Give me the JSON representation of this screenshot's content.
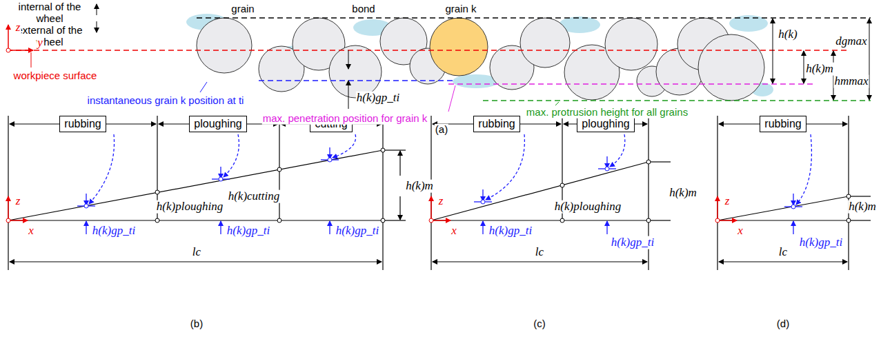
{
  "diagram": {
    "nodes": [
      {
        "text": [
          "rubbing"
        ]
      },
      {
        "text": [
          "ploughing"
        ]
      },
      {
        "text": [
          "cutting"
        ]
      },
      {
        "text": [
          "rubbing"
        ]
      },
      {
        "text": [
          "ploughing"
        ]
      },
      {
        "text": [
          "rubbing"
        ]
      }
    ],
    "labels": [
      "internal of the wheel",
      "external of the wheel",
      "z",
      "y",
      "grain",
      "bond",
      "grain k",
      "workpiece surface",
      "instantaneous grain k position at ti",
      "h(k)gp_ti",
      "max. penetration position for grain k",
      "max. protrusion height for all grains",
      "h(k)",
      "h(k)m",
      "hmmax",
      "dgmax",
      "(a)",
      "z",
      "x",
      "h(k)gp_ti",
      "h(k)gp_ti",
      "h(k)gp_ti",
      "h(k)ploughing",
      "h(k)cutting",
      "h(k)m",
      "lc",
      "(b)",
      "z",
      "x",
      "h(k)gp_ti",
      "h(k)gp_ti",
      "h(k)ploughing",
      "h(k)m",
      "lc",
      "(c)",
      "z",
      "x",
      "h(k)gp_ti",
      "h(k)m",
      "lc",
      "(d)"
    ]
  }
}
